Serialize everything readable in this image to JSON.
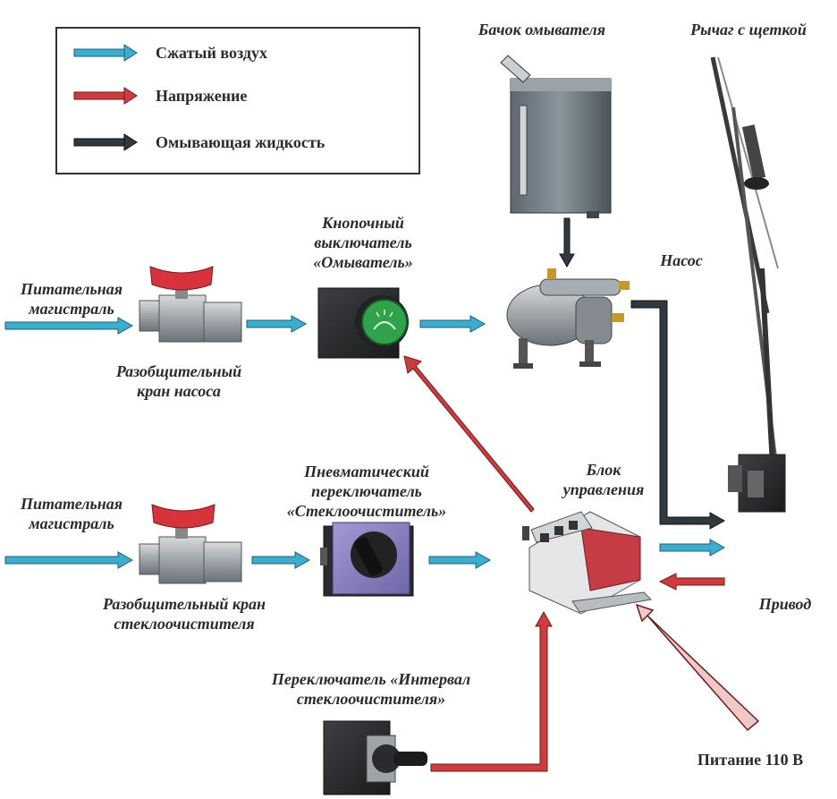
{
  "legend": {
    "compressed_air": "Сжатый воздух",
    "voltage": "Напряжение",
    "washer_fluid": "Омывающая жидкость",
    "colors": {
      "air": "#3aaed0",
      "voltage": "#d23b3b",
      "fluid": "#2f3a40"
    }
  },
  "labels": {
    "washer_tank": "Бачок омывателя",
    "lever_with_brush": "Рычаг с щеткой",
    "push_button_line1": "Кнопочный",
    "push_button_line2": "выключатель",
    "push_button_line3": "«Омыватель»",
    "pump": "Насос",
    "supply_line_1_line1": "Питательная",
    "supply_line_1_line2": "магистраль",
    "pump_valve_line1": "Разобщительный",
    "pump_valve_line2": "кран насоса",
    "pneumatic_switch_line1": "Пневматический",
    "pneumatic_switch_line2": "переключатель",
    "pneumatic_switch_line3": "«Стеклоочиститель»",
    "control_unit_line1": "Блок",
    "control_unit_line2": "управления",
    "supply_line_2_line1": "Питательная",
    "supply_line_2_line2": "магистраль",
    "wiper_valve_line1": "Разобщительный кран",
    "wiper_valve_line2": "стеклоочистителя",
    "drive": "Привод",
    "interval_switch_line1": "Переключатель «Интервал",
    "interval_switch_line2": "стеклоочистителя»",
    "power": "Питание 110 В"
  }
}
